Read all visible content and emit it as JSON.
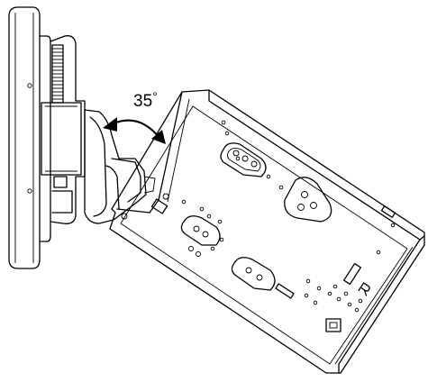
{
  "figure": {
    "angle_value": "35",
    "angle_unit": "°",
    "parts": [
      "monitor-panel",
      "vesa-mount",
      "swing-arm",
      "wall-bracket-plate",
      "rotation-arrow"
    ]
  }
}
